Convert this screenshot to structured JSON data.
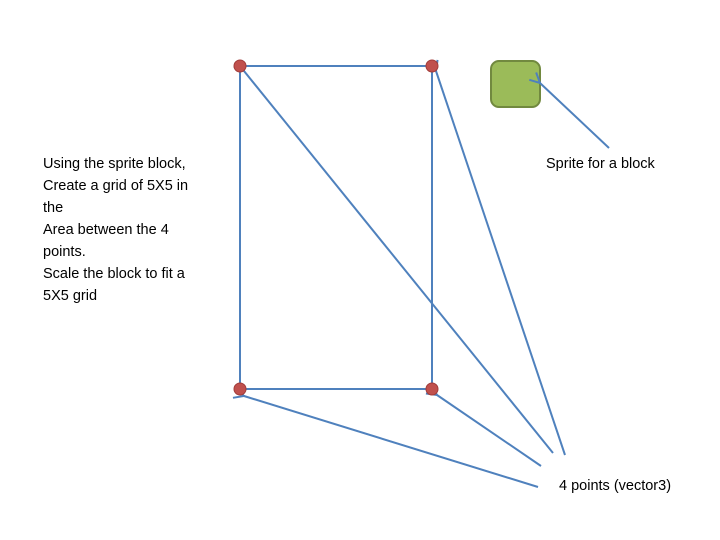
{
  "instructions": [
    "Using the sprite block,",
    "Create a grid of 5X5 in",
    "the",
    "Area between the 4",
    "points.",
    "Scale the block to fit a",
    "5X5 grid"
  ],
  "sprite_label": "Sprite for a block",
  "points_label": "4 points (vector3)",
  "colors": {
    "line": "#4f81bd",
    "point": "#c0504d",
    "sprite_fill": "#9bbb59",
    "sprite_stroke": "#71893f"
  }
}
